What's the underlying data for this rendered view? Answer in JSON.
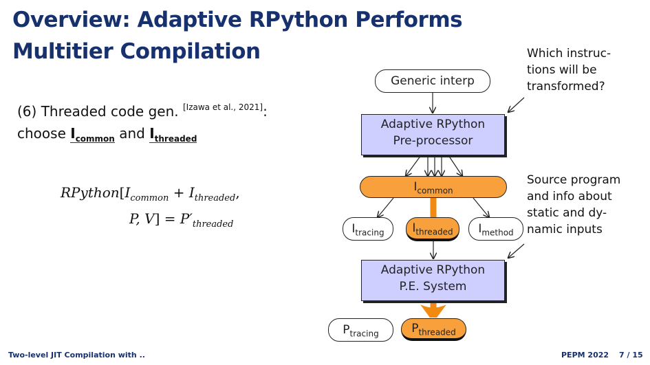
{
  "title": "Overview: Adaptive RPython Performs Multitier Compilation",
  "left": {
    "line1": "(6) Threaded code gen.",
    "cite": "[Izawa et al., 2021]",
    "line1_end": ":",
    "choose": "choose",
    "and": "and",
    "i_letter": "I",
    "common": "common",
    "threaded": "threaded"
  },
  "formula": {
    "rpython": "RPython",
    "bracket_open": "[",
    "i": "I",
    "common": "common",
    "plus": "+",
    "threaded": "threaded",
    "comma": ",",
    "pv": "P, V",
    "bracket_close": "]",
    "eq": "=",
    "p_prime": "P′",
    "threaded_sub": "threaded"
  },
  "diagram": {
    "generic_interp": "Generic interp",
    "preprocessor_line1": "Adaptive RPython",
    "preprocessor_line2": "Pre-processor",
    "i_letter": "I",
    "i_common": "common",
    "i_tracing": "tracing",
    "i_threaded": "threaded",
    "i_method": "method",
    "pe_line1": "Adaptive RPython",
    "pe_line2": "P.E. System",
    "p_letter": "P",
    "p_tracing": "tracing",
    "p_threaded": "threaded",
    "note_top": [
      "Which instruc-",
      "tions will be",
      "transformed?"
    ],
    "note_mid": [
      "Source program",
      "and info about",
      "static and dy-",
      "namic inputs"
    ]
  },
  "footer": {
    "left": "Two-level JIT Compilation with ..",
    "conf": "PEPM 2022",
    "page": "7 / 15"
  },
  "colors": {
    "title": "#17306e",
    "box_fill": "#cfcfff",
    "orange": "#f7a03c",
    "arrow_orange": "#f08a10"
  }
}
